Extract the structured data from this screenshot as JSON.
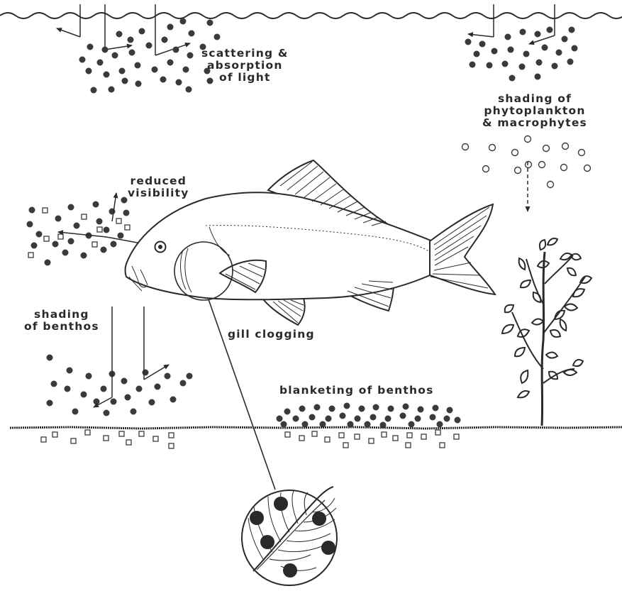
{
  "labels": {
    "scattering": [
      "scattering &",
      "absorption",
      "of light"
    ],
    "shading_phyto": [
      "shading of",
      "phytoplankton",
      "& macrophytes"
    ],
    "reduced_visibility": [
      "reduced",
      "visibility"
    ],
    "shading_benthos": [
      "shading",
      "of benthos"
    ],
    "gill_clogging": "gill clogging",
    "blanketing": "blanketing of benthos"
  },
  "colors": {
    "ink": "#2a2a2a",
    "particle": "#3a3a3a",
    "background": "#ffffff"
  },
  "icons": {
    "fish": "carp-fish-icon",
    "plant": "aquatic-plant-icon",
    "gill_magnifier": "gill-magnifier-icon"
  }
}
